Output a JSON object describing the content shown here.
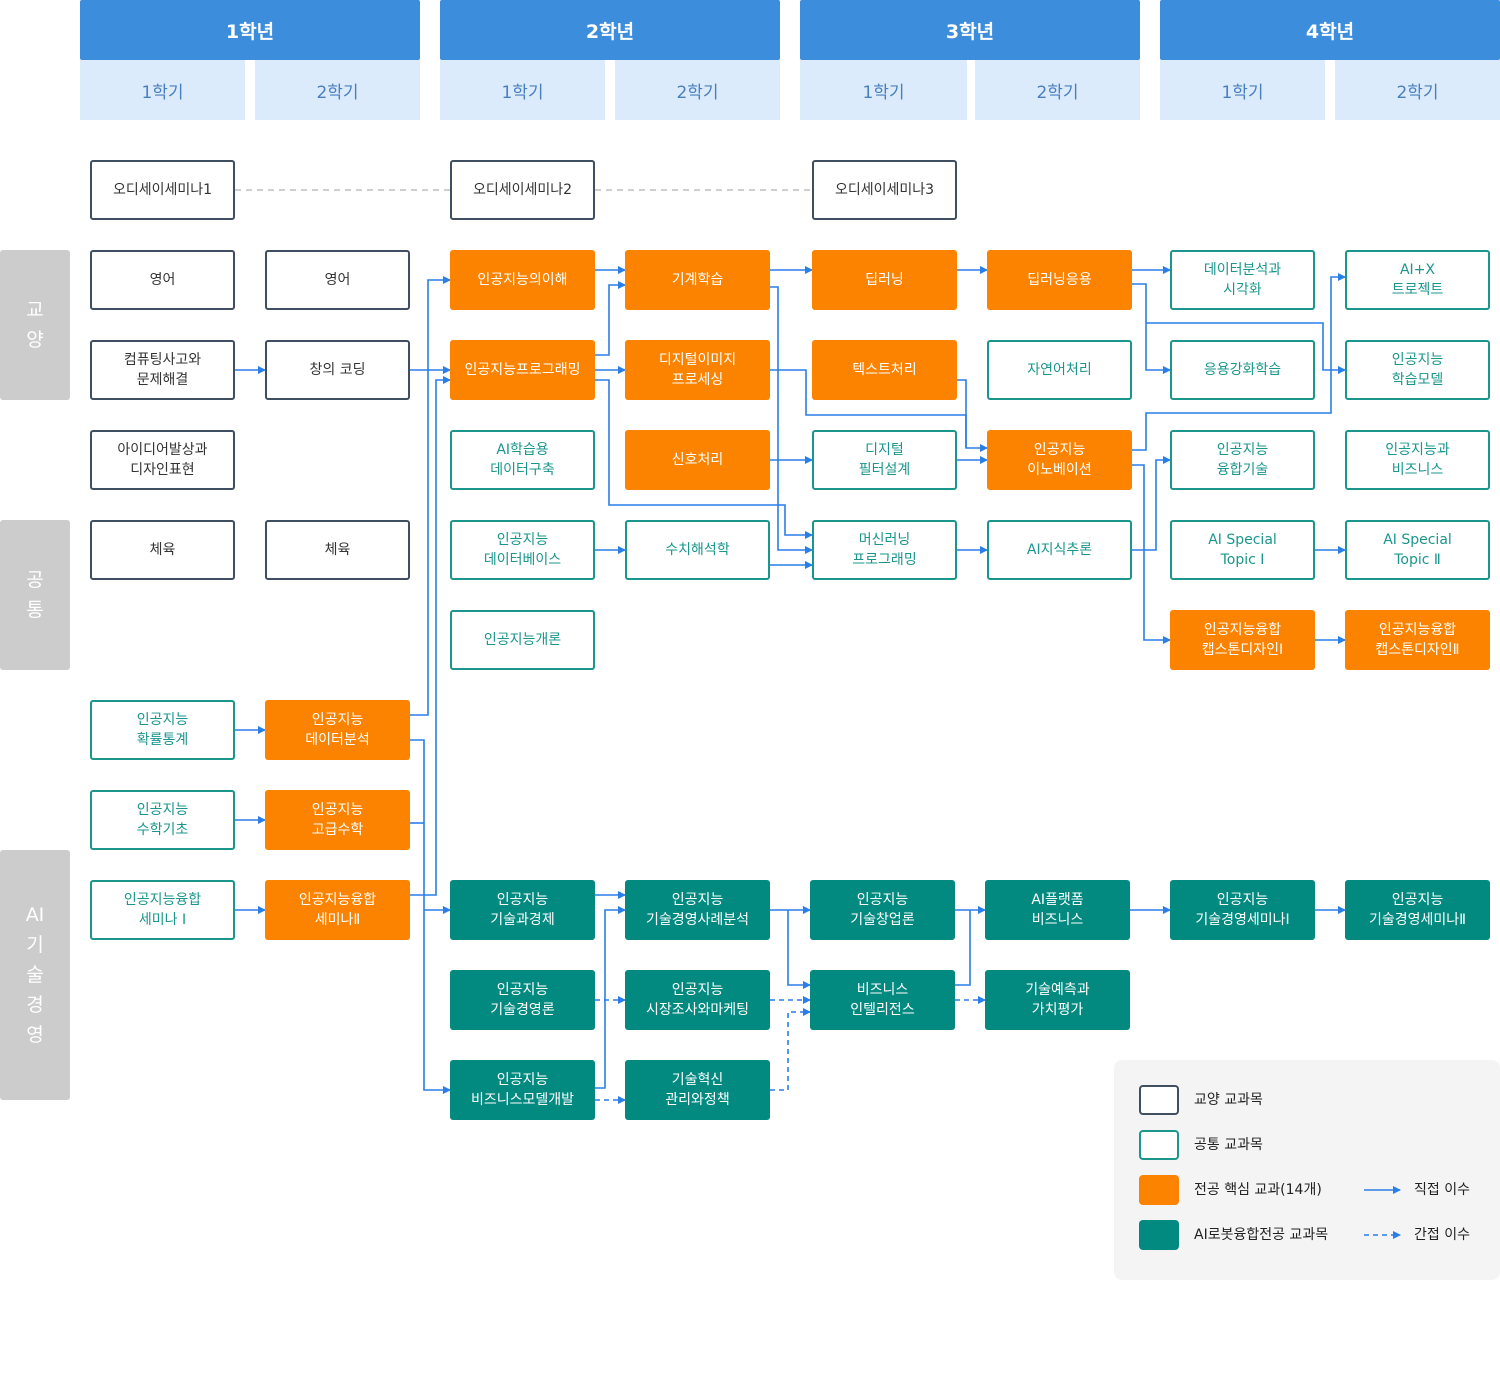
{
  "years": [
    {
      "label": "1학년",
      "semesters": [
        "1학기",
        "2학기"
      ]
    },
    {
      "label": "2학년",
      "semesters": [
        "1학기",
        "2학기"
      ]
    },
    {
      "label": "3학년",
      "semesters": [
        "1학기",
        "2학기"
      ]
    },
    {
      "label": "4학년",
      "semesters": [
        "1학기",
        "2학기"
      ]
    }
  ],
  "categories": [
    "교\n양",
    "공\n통",
    "AI\n기\n술\n경\n영"
  ],
  "courses": {
    "odyssey1": "오디세이세미나1",
    "odyssey2": "오디세이세미나2",
    "odyssey3": "오디세이세미나3",
    "english1": "영어",
    "english2": "영어",
    "computing": "컴퓨팅사고와\n문제해결",
    "creative_coding": "창의 코딩",
    "idea_design": "아이디어발상과\n디자인표현",
    "pe1": "체육",
    "pe2": "체육",
    "ai_understanding": "인공지능의이해",
    "machine_learning": "기계학습",
    "deep_learning": "딥러닝",
    "deep_learning_app": "딥러닝응용",
    "data_analysis_vis": "데이터분석과\n시각화",
    "ai_x_project": "AI+X\n트로젝트",
    "ai_programming": "인공지능프로그래밍",
    "digital_image": "디지털이미지\n프로세싱",
    "text_processing": "텍스트처리",
    "nlp": "자연어처리",
    "applied_rl": "응용강화학습",
    "ai_learning_model": "인공지능\n학습모델",
    "ai_data_build": "AI학습용\n데이터구축",
    "signal_processing": "신호처리",
    "digital_filter": "디지털\n필터설계",
    "ai_innovation": "인공지능\n이노베이션",
    "ai_convergence_tech": "인공지능\n융합기술",
    "ai_business": "인공지능과\n비즈니스",
    "ai_database": "인공지능\n데이터베이스",
    "numerical_analysis": "수치해석학",
    "ml_programming": "머신러닝\n프로그래밍",
    "ai_inference": "AI지식추론",
    "ai_special1": "AI Special\nTopic Ⅰ",
    "ai_special2": "AI Special\nTopic Ⅱ",
    "ai_intro": "인공지능개론",
    "capstone1": "인공지능융합\n캡스톤디자인Ⅰ",
    "capstone2": "인공지능융합\n캡스톤디자인Ⅱ",
    "ai_probability": "인공지능\n확률통계",
    "ai_data_analysis": "인공지능\n데이터분석",
    "ai_math_basic": "인공지능\n수학기초",
    "ai_adv_math": "인공지능\n고급수학",
    "ai_seminar1": "인공지능융합\n세미나 Ⅰ",
    "ai_seminar2": "인공지능융합\n세미나Ⅱ",
    "ai_tech_econ": "인공지능\n기술과경제",
    "ai_case_analysis": "인공지능\n기술경영사례분석",
    "ai_startup": "인공지능\n기술창업론",
    "ai_platform_biz": "AI플랫폼\n비즈니스",
    "ai_tm_seminar1": "인공지능\n기술경영세미나Ⅰ",
    "ai_tm_seminar2": "인공지능\n기술경영세미나Ⅱ",
    "ai_tech_mgmt": "인공지능\n기술경영론",
    "ai_market_research": "인공지능\n시장조사와마케팅",
    "business_intel": "비즈니스\n인텔리전스",
    "tech_forecast": "기술예측과\n가치평가",
    "ai_biz_model": "인공지능\n비즈니스모델개발",
    "tech_innovation": "기술혁신\n관리와정책"
  },
  "legend": {
    "general": "교양 교과목",
    "common": "공통 교과목",
    "core": "전공 핵심 교과(14개)",
    "robot": "AI로봇융합전공 교과목",
    "direct": "직접 이수",
    "indirect": "간접 이수"
  },
  "colors": {
    "year_header": "#3d8ddd",
    "semester_header": "#dcebfb",
    "general_border": "#3f4e60",
    "common_border": "#1a968c",
    "core_fill": "#fb8300",
    "robot_fill": "#038a80",
    "arrow": "#2a7ee8",
    "category": "#cccccc"
  }
}
